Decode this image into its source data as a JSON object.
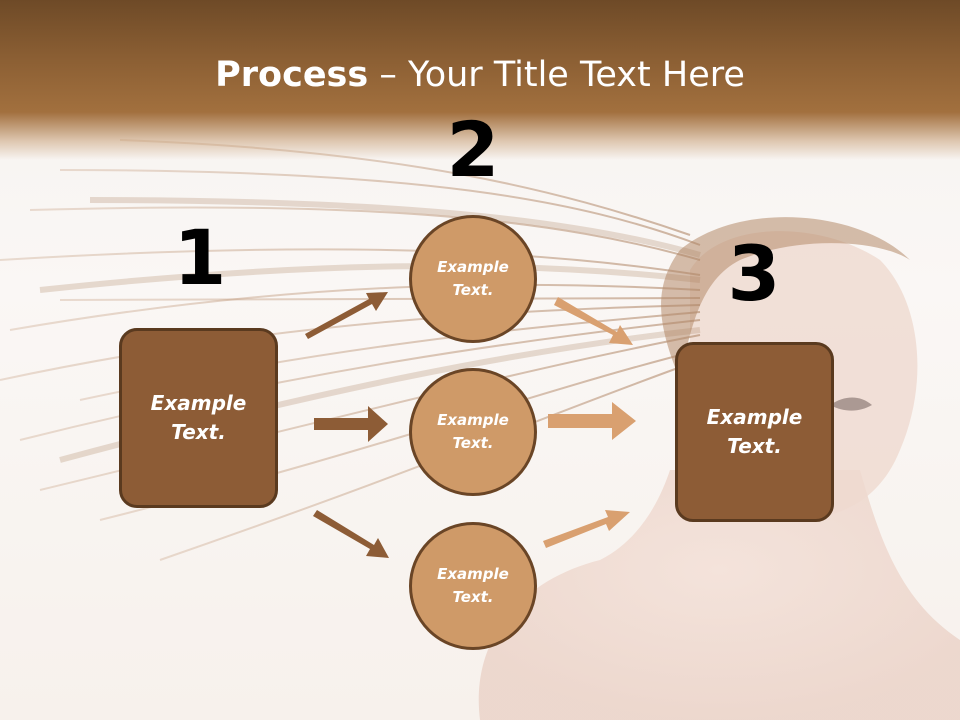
{
  "title": {
    "bold": "Process",
    "dash": " – ",
    "rest": "Your Title Text Here"
  },
  "steps": [
    {
      "number": "1",
      "label": "Example Text."
    },
    {
      "number": "2"
    },
    {
      "number": "3",
      "label": "Example Text."
    }
  ],
  "circles": [
    {
      "label": "Example Text."
    },
    {
      "label": "Example Text."
    },
    {
      "label": "Example Text."
    }
  ],
  "colors": {
    "header": "#8a5e33",
    "box_fill": "#8d5c36",
    "circle_fill": "#cf9a68",
    "left_arrow": "#8d5c36",
    "right_arrow": "#d9a070"
  }
}
